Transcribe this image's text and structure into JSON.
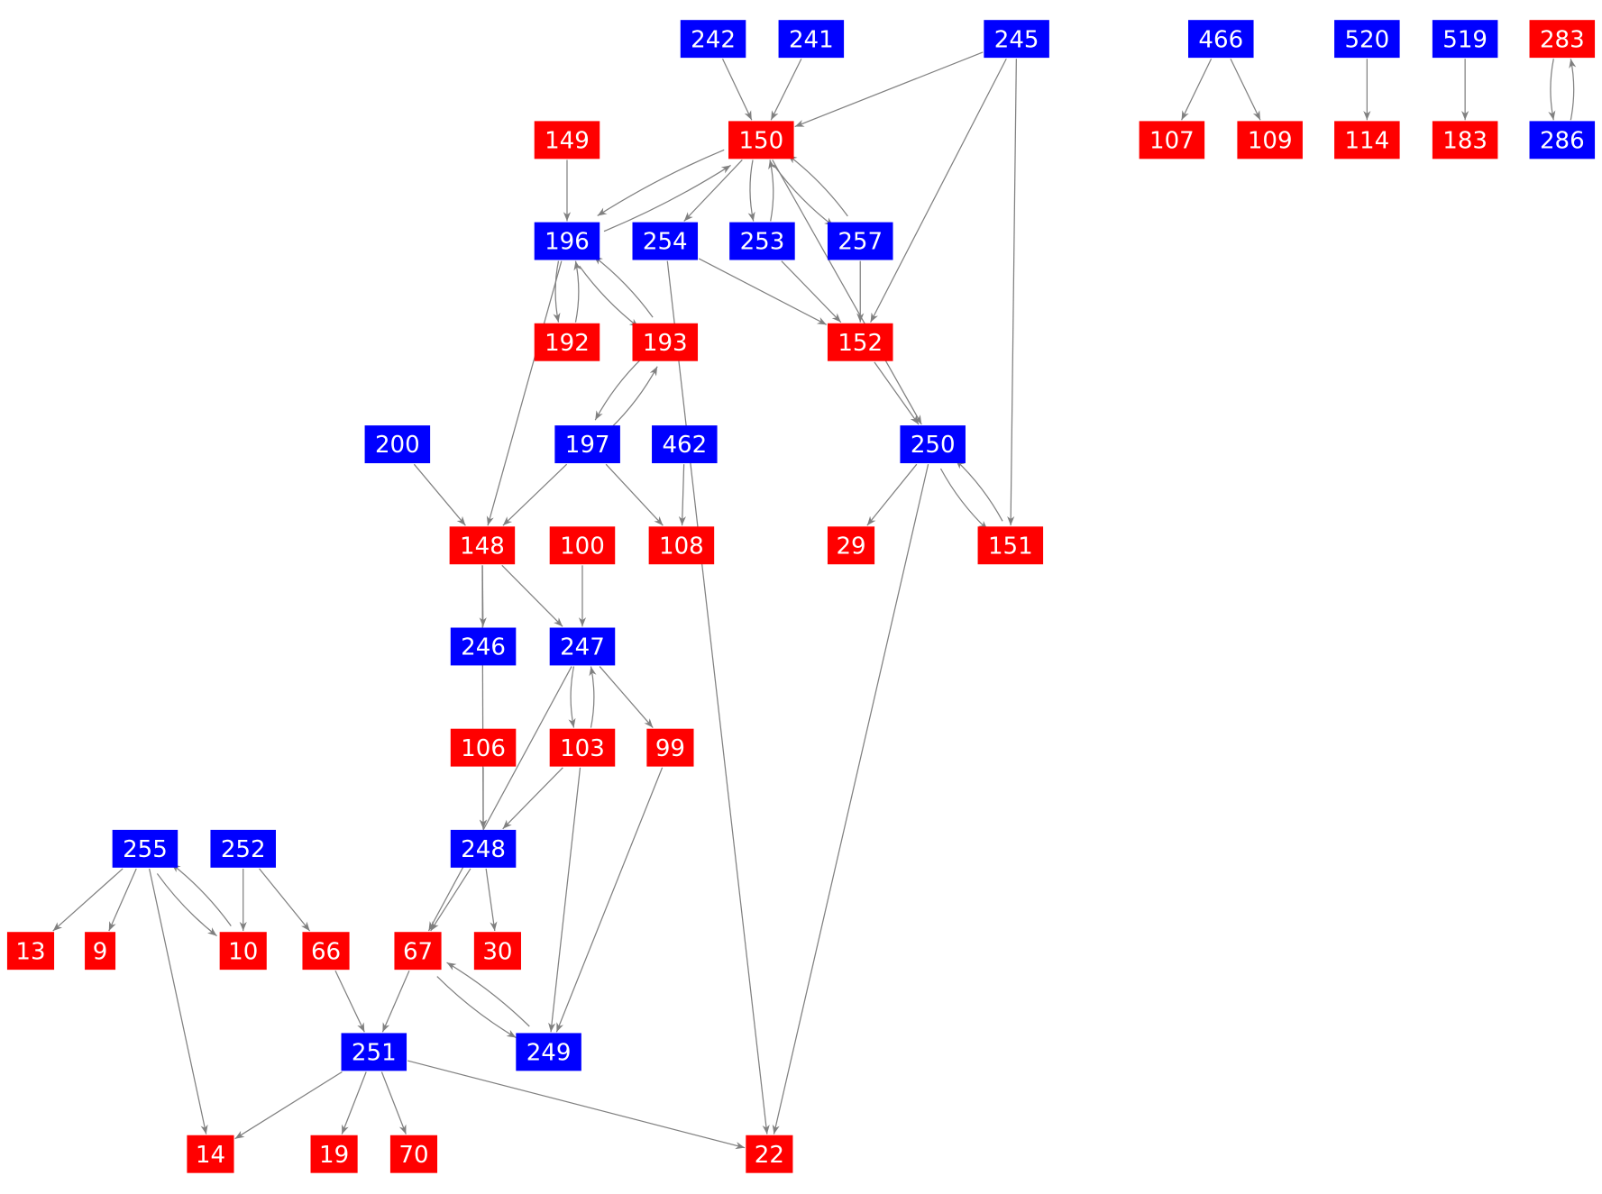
{
  "colors": {
    "blue": "#0000ff",
    "red": "#ff0000",
    "edge": "#808080",
    "text": "#ffffff"
  },
  "nodes": [
    {
      "label": "242",
      "color": "blue"
    },
    {
      "label": "241",
      "color": "blue"
    },
    {
      "label": "245",
      "color": "blue"
    },
    {
      "label": "466",
      "color": "blue"
    },
    {
      "label": "520",
      "color": "blue"
    },
    {
      "label": "519",
      "color": "blue"
    },
    {
      "label": "283",
      "color": "red"
    },
    {
      "label": "149",
      "color": "red"
    },
    {
      "label": "150",
      "color": "red"
    },
    {
      "label": "107",
      "color": "red"
    },
    {
      "label": "109",
      "color": "red"
    },
    {
      "label": "114",
      "color": "red"
    },
    {
      "label": "183",
      "color": "red"
    },
    {
      "label": "286",
      "color": "blue"
    },
    {
      "label": "196",
      "color": "blue"
    },
    {
      "label": "254",
      "color": "blue"
    },
    {
      "label": "253",
      "color": "blue"
    },
    {
      "label": "257",
      "color": "blue"
    },
    {
      "label": "192",
      "color": "red"
    },
    {
      "label": "193",
      "color": "red"
    },
    {
      "label": "152",
      "color": "red"
    },
    {
      "label": "200",
      "color": "blue"
    },
    {
      "label": "197",
      "color": "blue"
    },
    {
      "label": "462",
      "color": "blue"
    },
    {
      "label": "250",
      "color": "blue"
    },
    {
      "label": "148",
      "color": "red"
    },
    {
      "label": "100",
      "color": "red"
    },
    {
      "label": "108",
      "color": "red"
    },
    {
      "label": "29",
      "color": "red"
    },
    {
      "label": "151",
      "color": "red"
    },
    {
      "label": "246",
      "color": "blue"
    },
    {
      "label": "247",
      "color": "blue"
    },
    {
      "label": "106",
      "color": "red"
    },
    {
      "label": "103",
      "color": "red"
    },
    {
      "label": "99",
      "color": "red"
    },
    {
      "label": "255",
      "color": "blue"
    },
    {
      "label": "252",
      "color": "blue"
    },
    {
      "label": "248",
      "color": "blue"
    },
    {
      "label": "13",
      "color": "red"
    },
    {
      "label": "9",
      "color": "red"
    },
    {
      "label": "10",
      "color": "red"
    },
    {
      "label": "66",
      "color": "red"
    },
    {
      "label": "67",
      "color": "red"
    },
    {
      "label": "30",
      "color": "red"
    },
    {
      "label": "251",
      "color": "blue"
    },
    {
      "label": "249",
      "color": "blue"
    },
    {
      "label": "14",
      "color": "red"
    },
    {
      "label": "19",
      "color": "red"
    },
    {
      "label": "70",
      "color": "red"
    },
    {
      "label": "22",
      "color": "red"
    }
  ],
  "edges": [
    [
      "242",
      "150"
    ],
    [
      "241",
      "150"
    ],
    [
      "245",
      "150"
    ],
    [
      "245",
      "152"
    ],
    [
      "245",
      "151"
    ],
    [
      "466",
      "107"
    ],
    [
      "466",
      "109"
    ],
    [
      "520",
      "114"
    ],
    [
      "519",
      "183"
    ],
    [
      "283",
      "286"
    ],
    [
      "286",
      "283"
    ],
    [
      "149",
      "196"
    ],
    [
      "150",
      "196"
    ],
    [
      "196",
      "150"
    ],
    [
      "150",
      "254"
    ],
    [
      "150",
      "253"
    ],
    [
      "253",
      "150"
    ],
    [
      "150",
      "257"
    ],
    [
      "257",
      "150"
    ],
    [
      "150",
      "250"
    ],
    [
      "196",
      "192"
    ],
    [
      "192",
      "196"
    ],
    [
      "196",
      "193"
    ],
    [
      "193",
      "196"
    ],
    [
      "196",
      "148"
    ],
    [
      "254",
      "152"
    ],
    [
      "254",
      "22"
    ],
    [
      "253",
      "152"
    ],
    [
      "257",
      "152"
    ],
    [
      "193",
      "197"
    ],
    [
      "197",
      "193"
    ],
    [
      "152",
      "250"
    ],
    [
      "200",
      "148"
    ],
    [
      "197",
      "148"
    ],
    [
      "197",
      "108"
    ],
    [
      "462",
      "108"
    ],
    [
      "250",
      "29"
    ],
    [
      "250",
      "151"
    ],
    [
      "151",
      "250"
    ],
    [
      "250",
      "22"
    ],
    [
      "148",
      "246"
    ],
    [
      "148",
      "247"
    ],
    [
      "148",
      "248"
    ],
    [
      "100",
      "247"
    ],
    [
      "247",
      "103"
    ],
    [
      "103",
      "247"
    ],
    [
      "247",
      "99"
    ],
    [
      "247",
      "67"
    ],
    [
      "106",
      "248"
    ],
    [
      "103",
      "248"
    ],
    [
      "103",
      "249"
    ],
    [
      "99",
      "249"
    ],
    [
      "255",
      "13"
    ],
    [
      "255",
      "9"
    ],
    [
      "255",
      "10"
    ],
    [
      "10",
      "255"
    ],
    [
      "255",
      "14"
    ],
    [
      "252",
      "10"
    ],
    [
      "252",
      "66"
    ],
    [
      "248",
      "67"
    ],
    [
      "248",
      "30"
    ],
    [
      "67",
      "251"
    ],
    [
      "67",
      "249"
    ],
    [
      "249",
      "67"
    ],
    [
      "66",
      "251"
    ],
    [
      "251",
      "14"
    ],
    [
      "251",
      "19"
    ],
    [
      "251",
      "70"
    ],
    [
      "251",
      "22"
    ]
  ]
}
